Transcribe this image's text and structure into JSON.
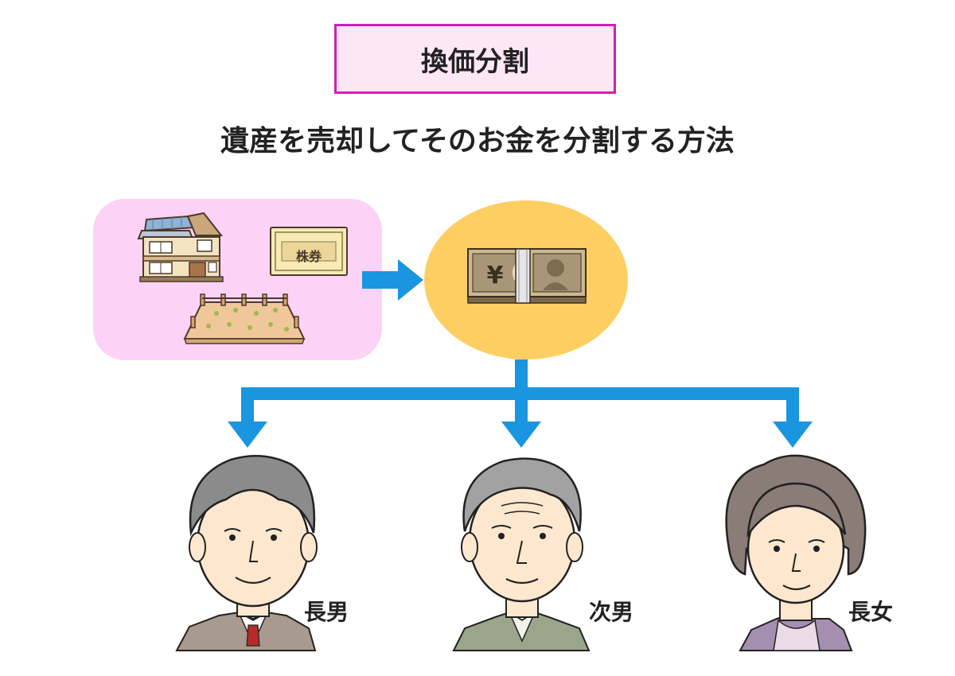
{
  "title": "換価分割",
  "subtitle": "遺産を売却してそのお金を分割する方法",
  "assets": {
    "stock_label": "株券",
    "items": [
      "house-icon",
      "stock-certificate-icon",
      "land-icon"
    ]
  },
  "money": {
    "yen_symbol": "¥",
    "icon": "banknote-bundle-icon"
  },
  "heirs": [
    {
      "label": "長男",
      "icon": "elder-son-icon"
    },
    {
      "label": "次男",
      "icon": "second-son-icon"
    },
    {
      "label": "長女",
      "icon": "elder-daughter-icon"
    }
  ],
  "colors": {
    "title_border": "#d11fb2",
    "title_bg": "#fde6f5",
    "assets_bg": "#fcd3f6",
    "money_bg": "#fdcf63",
    "arrow": "#1a95e0"
  }
}
